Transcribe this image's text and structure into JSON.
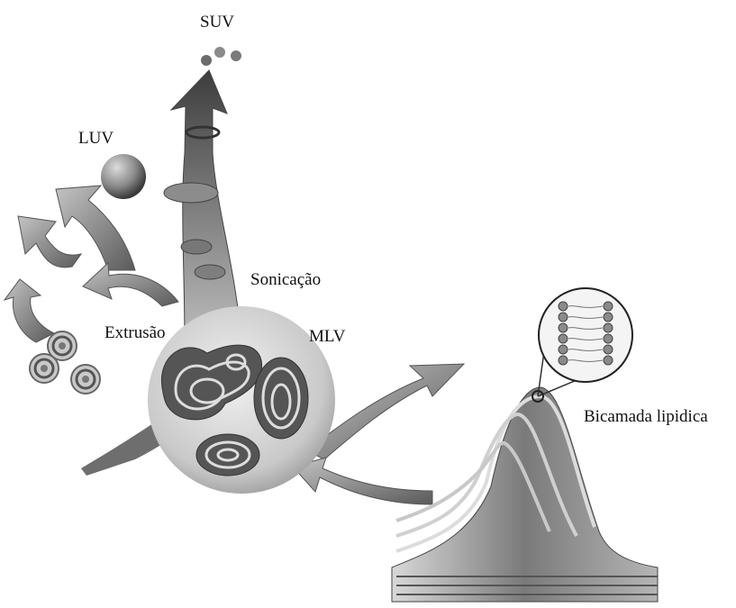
{
  "labels": {
    "suv": "SUV",
    "luv": "LUV",
    "sonication": "Sonicação",
    "extrusion": "Extrusão",
    "mlv": "MLV",
    "bilayer": "Bicamada lipidica"
  },
  "colors": {
    "background": "#ffffff",
    "arrow_fill": "#8f8f8f",
    "vesicle": "#9a9a9a",
    "membrane_dark": "#555555"
  },
  "icons": [
    "sonication-arrow-icon",
    "extrusion-arrow-icon",
    "formation-arrow-icon",
    "lipid-bilayer-zoom-icon"
  ]
}
